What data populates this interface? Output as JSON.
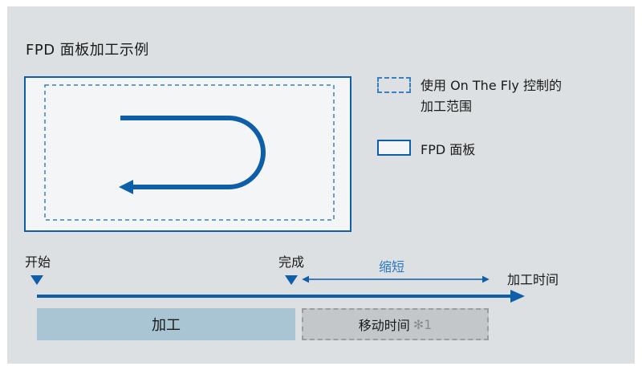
{
  "title": "FPD 面板加工示例",
  "legend": {
    "dashed_line1": "使用 On The Fly 控制的",
    "dashed_line2": "加工范围",
    "solid": "FPD 面板"
  },
  "timeline": {
    "start": "开始",
    "done": "完成",
    "shorten": "缩短",
    "axis_label": "加工时间",
    "processing": "加工",
    "move_time": "移动时间",
    "move_note": "✻1"
  },
  "colors": {
    "background": "#dde0e2",
    "panel_border": "#0e5ea8",
    "dashed": "#3a7fc0",
    "arrow": "#0e5ea8",
    "processing_bar": "#a9c4d3",
    "move_bar": "#c3c7ca",
    "shorten_text": "#2a79c4"
  }
}
